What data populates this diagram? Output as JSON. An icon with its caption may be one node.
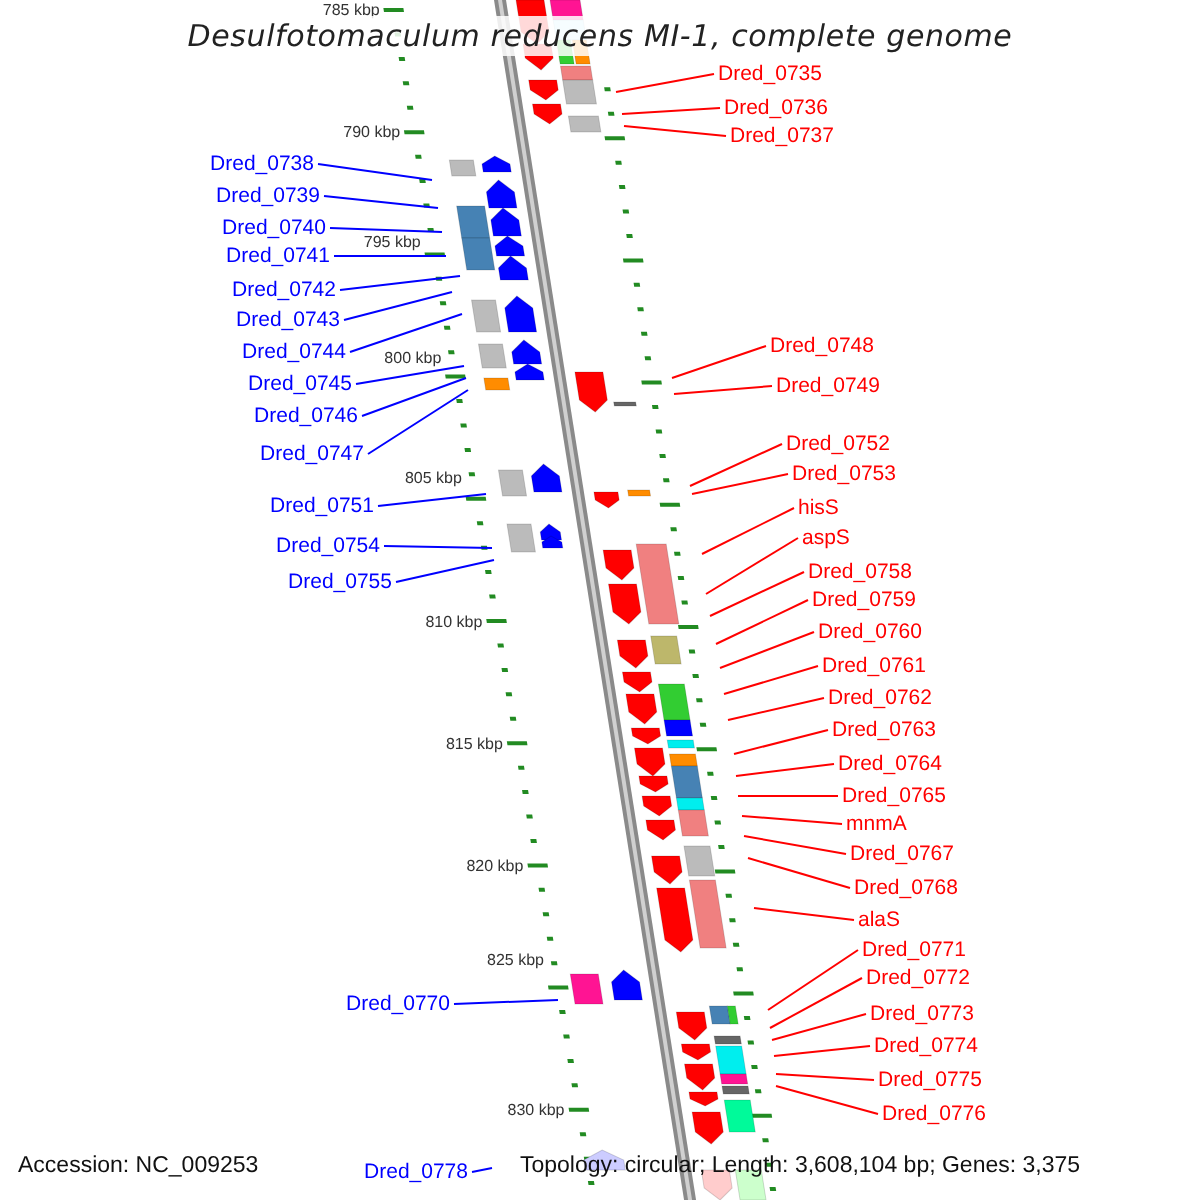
{
  "diagram": {
    "title": "Desulfotomaculum reducens MI-1, complete genome",
    "nodes": [
      {
        "text": [
          "Dred_0735"
        ]
      },
      {
        "text": [
          "Dred_0736"
        ]
      },
      {
        "text": [
          "Dred_0737"
        ]
      },
      {
        "text": [
          "Dred_0738"
        ]
      },
      {
        "text": [
          "Dred_0739"
        ]
      },
      {
        "text": [
          "Dred_0740"
        ]
      },
      {
        "text": [
          "Dred_0741"
        ]
      },
      {
        "text": [
          "Dred_0742"
        ]
      },
      {
        "text": [
          "Dred_0743"
        ]
      },
      {
        "text": [
          "Dred_0744"
        ]
      },
      {
        "text": [
          "Dred_0748"
        ]
      },
      {
        "text": [
          "Dred_0745"
        ]
      },
      {
        "text": [
          "Dred_0749"
        ]
      },
      {
        "text": [
          "Dred_0746"
        ]
      },
      {
        "text": [
          "Dred_0752"
        ]
      },
      {
        "text": [
          "Dred_0747"
        ]
      },
      {
        "text": [
          "Dred_0753"
        ]
      },
      {
        "text": [
          "Dred_0751"
        ]
      },
      {
        "text": [
          "hisS"
        ]
      },
      {
        "text": [
          "aspS"
        ]
      },
      {
        "text": [
          "Dred_0754"
        ]
      },
      {
        "text": [
          "Dred_0758"
        ]
      },
      {
        "text": [
          "Dred_0755"
        ]
      },
      {
        "text": [
          "Dred_0759"
        ]
      },
      {
        "text": [
          "Dred_0760"
        ]
      },
      {
        "text": [
          "Dred_0761"
        ]
      },
      {
        "text": [
          "Dred_0762"
        ]
      },
      {
        "text": [
          "Dred_0763"
        ]
      },
      {
        "text": [
          "Dred_0764"
        ]
      },
      {
        "text": [
          "Dred_0765"
        ]
      },
      {
        "text": [
          "mnmA"
        ]
      },
      {
        "text": [
          "Dred_0767"
        ]
      },
      {
        "text": [
          "Dred_0768"
        ]
      },
      {
        "text": [
          "alaS"
        ]
      },
      {
        "text": [
          "Dred_0771"
        ]
      },
      {
        "text": [
          "Dred_0772"
        ]
      },
      {
        "text": [
          "Dred_0770"
        ]
      },
      {
        "text": [
          "Dred_0773"
        ]
      },
      {
        "text": [
          "Dred_0774"
        ]
      },
      {
        "text": [
          "Dred_0775"
        ]
      },
      {
        "text": [
          "Dred_0776"
        ]
      },
      {
        "text": [
          "Dred_0778"
        ]
      }
    ],
    "edges": [
      {
        "from": 0,
        "to": null,
        "arrow": "none"
      },
      {
        "from": 1,
        "to": null,
        "arrow": "none"
      },
      {
        "from": 2,
        "to": null,
        "arrow": "none"
      },
      {
        "from": 3,
        "to": null,
        "arrow": "none",
        "color": "#0000ff"
      },
      {
        "from": 4,
        "to": null,
        "arrow": "none",
        "color": "#0000ff"
      },
      {
        "from": 5,
        "to": null,
        "arrow": "none",
        "color": "#0000ff"
      },
      {
        "from": 6,
        "to": null,
        "arrow": "none",
        "color": "#0000ff"
      },
      {
        "from": 7,
        "to": null,
        "arrow": "none",
        "color": "#0000ff"
      },
      {
        "from": 8,
        "to": null,
        "arrow": "none",
        "color": "#0000ff"
      },
      {
        "from": 9,
        "to": null,
        "arrow": "none",
        "color": "#0000ff"
      },
      {
        "from": 10,
        "to": null,
        "arrow": "none"
      },
      {
        "from": 11,
        "to": null,
        "arrow": "none",
        "color": "#0000ff"
      },
      {
        "from": 12,
        "to": null,
        "arrow": "none"
      },
      {
        "from": 13,
        "to": null,
        "arrow": "none",
        "color": "#0000ff"
      },
      {
        "from": 14,
        "to": null,
        "arrow": "none"
      },
      {
        "from": 15,
        "to": null,
        "arrow": "none",
        "color": "#0000ff"
      },
      {
        "from": 16,
        "to": null,
        "arrow": "none"
      },
      {
        "from": 17,
        "to": null,
        "arrow": "none",
        "color": "#0000ff"
      },
      {
        "from": 18,
        "to": null,
        "arrow": "none"
      },
      {
        "from": 19,
        "to": null,
        "arrow": "none"
      },
      {
        "from": 20,
        "to": null,
        "arrow": "none",
        "color": "#0000ff"
      },
      {
        "from": 21,
        "to": null,
        "arrow": "none"
      },
      {
        "from": 22,
        "to": null,
        "arrow": "none",
        "color": "#0000ff"
      },
      {
        "from": 23,
        "to": null,
        "arrow": "none"
      },
      {
        "from": 24,
        "to": null,
        "arrow": "none"
      },
      {
        "from": 25,
        "to": null,
        "arrow": "none"
      },
      {
        "from": 26,
        "to": null,
        "arrow": "none"
      },
      {
        "from": 27,
        "to": null,
        "arrow": "none"
      },
      {
        "from": 28,
        "to": null,
        "arrow": "none"
      },
      {
        "from": 29,
        "to": null,
        "arrow": "none"
      },
      {
        "from": 30,
        "to": null,
        "arrow": "none"
      },
      {
        "from": 31,
        "to": null,
        "arrow": "none"
      },
      {
        "from": 32,
        "to": null,
        "arrow": "none"
      },
      {
        "from": 33,
        "to": null,
        "arrow": "none"
      },
      {
        "from": 34,
        "to": null,
        "arrow": "none"
      },
      {
        "from": 35,
        "to": null,
        "arrow": "none"
      },
      {
        "from": 36,
        "to": null,
        "arrow": "none",
        "color": "#0000ff"
      },
      {
        "from": 37,
        "to": null,
        "arrow": "none"
      },
      {
        "from": 38,
        "to": null,
        "arrow": "none"
      },
      {
        "from": 39,
        "to": null,
        "arrow": "none"
      },
      {
        "from": 40,
        "to": null,
        "arrow": "none"
      },
      {
        "from": 41,
        "to": null,
        "arrow": "none",
        "color": "#0000ff"
      }
    ],
    "labels": [
      "785 kbp",
      "790 kbp",
      "795 kbp",
      "800 kbp",
      "805 kbp",
      "810 kbp",
      "815 kbp",
      "820 kbp",
      "825 kbp",
      "830 kbp",
      "Accession: NC_009253",
      "Topology: circular; Length: 3,608,104 bp; Genes: 3,375"
    ]
  }
}
